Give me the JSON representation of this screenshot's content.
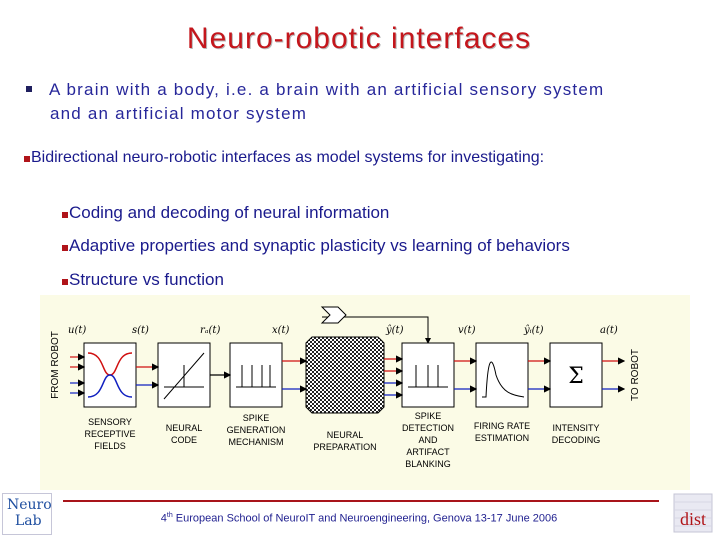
{
  "slide": {
    "title": "Neuro-robotic interfaces",
    "bullet1_line1": "A brain with a body, i.e. a brain with an artificial sensory system",
    "bullet1_line2": "and an artificial motor system",
    "bullet2": "Bidirectional neuro-robotic interfaces as model systems for investigating:",
    "subbullets": [
      "Coding and decoding of neural information",
      "Adaptive properties and synaptic plasticity vs learning of behaviors",
      "Structure vs function"
    ]
  },
  "diagram": {
    "left_label": "FROM ROBOT",
    "right_label": "TO ROBOT",
    "signals": [
      "u(t)",
      "s(t)",
      "rₐ(t)",
      "x(t)",
      "ŷ(t)",
      "v(t)",
      "ŷᵢ(t)",
      "a(t)"
    ],
    "blocks": [
      {
        "lines": [
          "SENSORY",
          "RECEPTIVE",
          "FIELDS"
        ]
      },
      {
        "lines": [
          "NEURAL",
          "CODE"
        ]
      },
      {
        "lines": [
          "SPIKE",
          "GENERATION",
          "MECHANISM"
        ]
      },
      {
        "lines": [
          "NEURAL",
          "PREPARATION"
        ]
      },
      {
        "lines": [
          "SPIKE",
          "DETECTION",
          "AND",
          "ARTIFACT",
          "BLANKING"
        ]
      },
      {
        "lines": [
          "FIRING RATE",
          "ESTIMATION"
        ]
      },
      {
        "lines": [
          "INTENSITY",
          "DECODING"
        ]
      }
    ],
    "colors": {
      "red": "#d01010",
      "blue": "#1020c0"
    }
  },
  "footer": {
    "ordinal": "4",
    "ordinal_suffix": "th",
    "text": " European School of NeuroIT and Neuroengineering, Genova 13-17 June 2006"
  },
  "logos": {
    "left_line1": "Neuro",
    "left_line2": "Lab",
    "right": "dist"
  }
}
